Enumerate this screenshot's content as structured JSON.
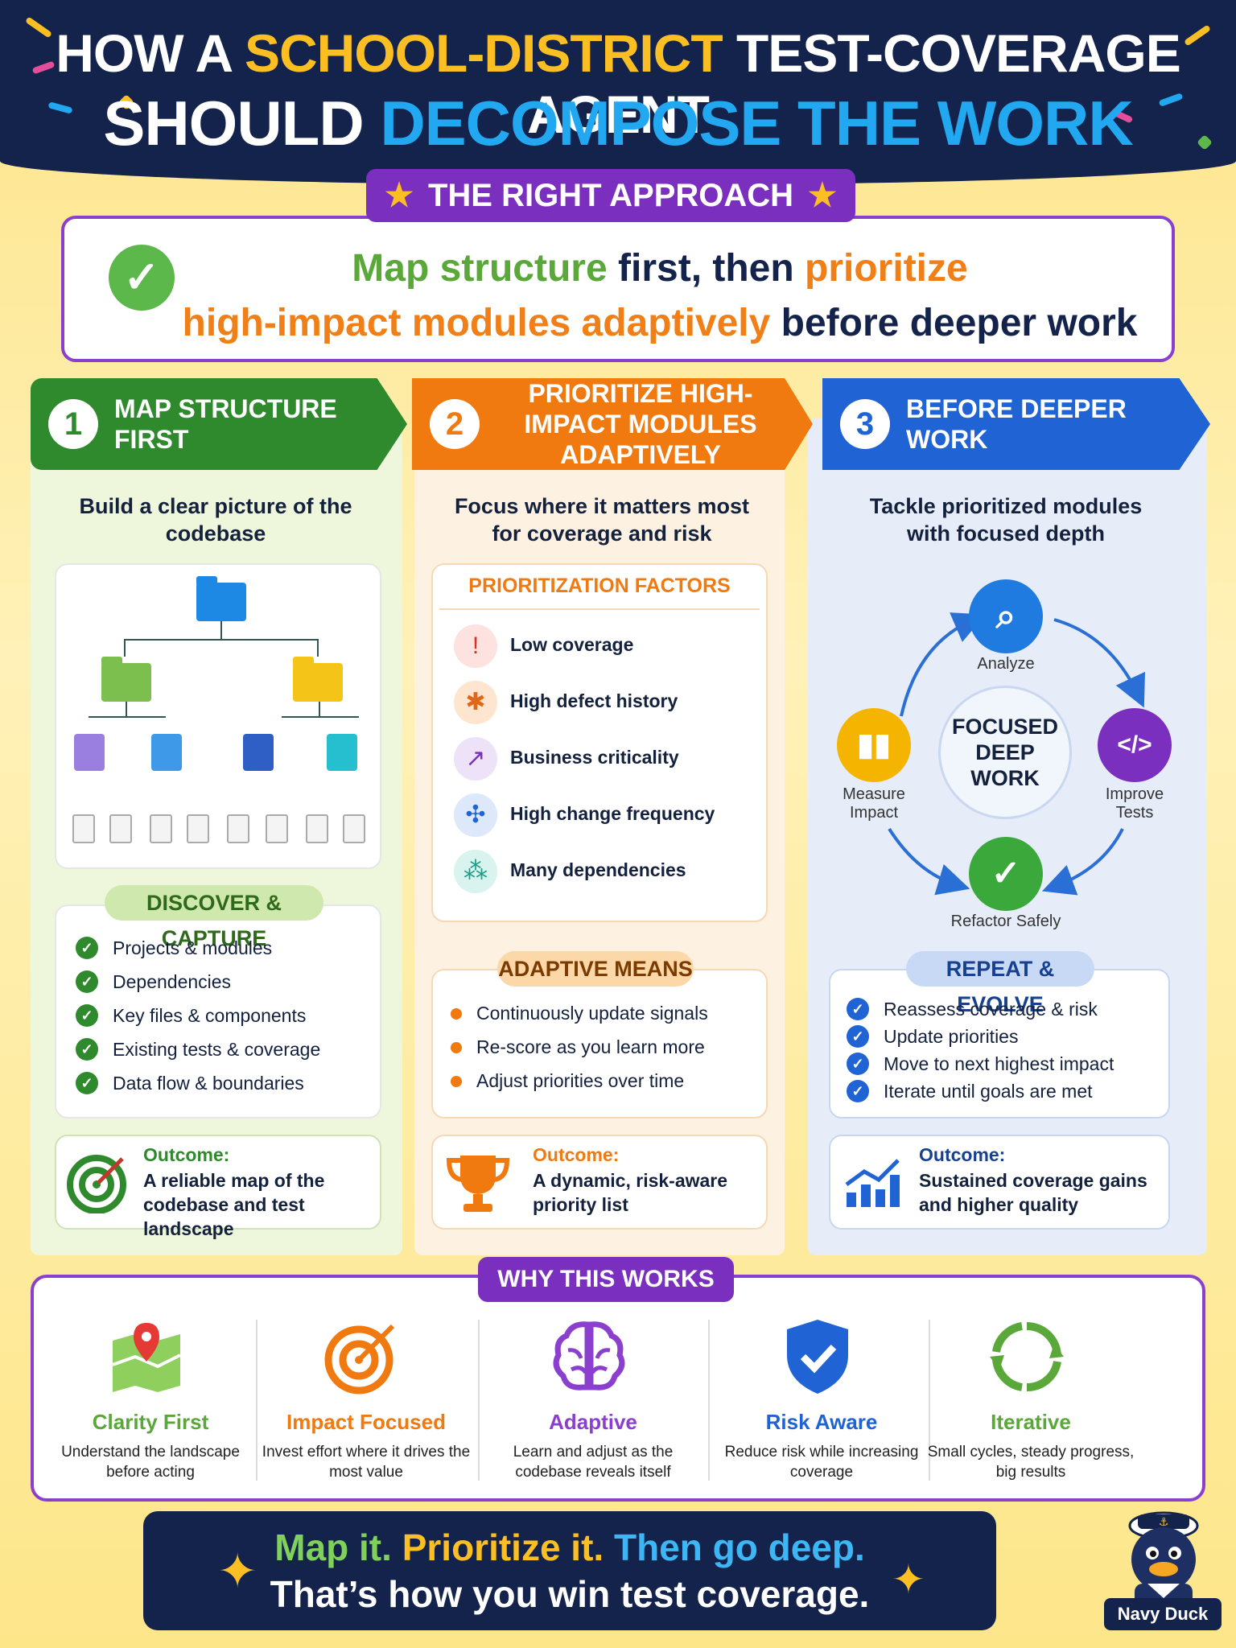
{
  "header": {
    "title_line1_a": "HOW A ",
    "title_line1_b": "SCHOOL-DISTRICT",
    "title_line1_c": " TEST-COVERAGE AGENT",
    "title_line2_a": "SHOULD ",
    "title_line2_b": "DECOMPOSE THE WORK"
  },
  "approach": {
    "pill": "THE RIGHT APPROACH",
    "line1_a": "Map structure",
    "line1_b": " first, then ",
    "line1_c": "prioritize",
    "line2_a": "high-impact modules adaptively",
    "line2_b": " before deeper work"
  },
  "steps": [
    {
      "num": "1",
      "label": "MAP STRUCTURE FIRST",
      "subhead": "Build a clear picture of the codebase",
      "tag": "DISCOVER & CAPTURE",
      "items": [
        "Projects & modules",
        "Dependencies",
        "Key files & components",
        "Existing tests & coverage",
        "Data flow & boundaries"
      ],
      "outcome_title": "Outcome:",
      "outcome_body": "A reliable map of the codebase and test landscape"
    },
    {
      "num": "2",
      "label": "PRIORITIZE HIGH-IMPACT MODULES ADAPTIVELY",
      "subhead": "Focus where it matters most for coverage and risk",
      "factors_tag": "PRIORITIZATION FACTORS",
      "factors": [
        "Low coverage",
        "High defect history",
        "Business criticality",
        "High change frequency",
        "Many dependencies"
      ],
      "tag": "ADAPTIVE MEANS",
      "items": [
        "Continuously update signals",
        "Re-score as you learn more",
        "Adjust priorities over time"
      ],
      "outcome_title": "Outcome:",
      "outcome_body": "A dynamic, risk-aware priority list"
    },
    {
      "num": "3",
      "label": "BEFORE DEEPER WORK",
      "subhead": "Tackle prioritized modules with focused depth",
      "cycle_center": "FOCUSED DEEP WORK",
      "cycle": [
        "Analyze",
        "Improve Tests",
        "Refactor Safely",
        "Measure Impact"
      ],
      "tag": "REPEAT & EVOLVE",
      "items": [
        "Reassess coverage & risk",
        "Update priorities",
        "Move to next highest impact",
        "Iterate until goals are met"
      ],
      "outcome_title": "Outcome:",
      "outcome_body": "Sustained coverage gains and higher quality"
    }
  ],
  "why": {
    "pill": "WHY THIS WORKS",
    "items": [
      {
        "title": "Clarity First",
        "desc": "Understand the landscape before acting",
        "icon": "map-pin-icon",
        "color": "#5aa83a"
      },
      {
        "title": "Impact Focused",
        "desc": "Invest effort where it drives the most value",
        "icon": "target-icon",
        "color": "#f07a10"
      },
      {
        "title": "Adaptive",
        "desc": "Learn and adjust as the codebase reveals itself",
        "icon": "brain-icon",
        "color": "#8b3fcf"
      },
      {
        "title": "Risk Aware",
        "desc": "Reduce risk while increasing coverage",
        "icon": "shield-check-icon",
        "color": "#1f63d4"
      },
      {
        "title": "Iterative",
        "desc": "Small cycles, steady progress, big results",
        "icon": "cycle-arrows-icon",
        "color": "#5aa83a"
      }
    ]
  },
  "footer": {
    "line1_a": "Map it. ",
    "line1_b": "Prioritize it. ",
    "line1_c": "Then go deep.",
    "line2": "That’s how you win test coverage."
  },
  "mascot": {
    "label": "Navy Duck"
  },
  "colors": {
    "navy": "#14234b",
    "green": "#2f8a2d",
    "orange": "#f07a10",
    "blue": "#1f63d4",
    "purple": "#7b2fbf",
    "yellow": "#fbbf24"
  }
}
